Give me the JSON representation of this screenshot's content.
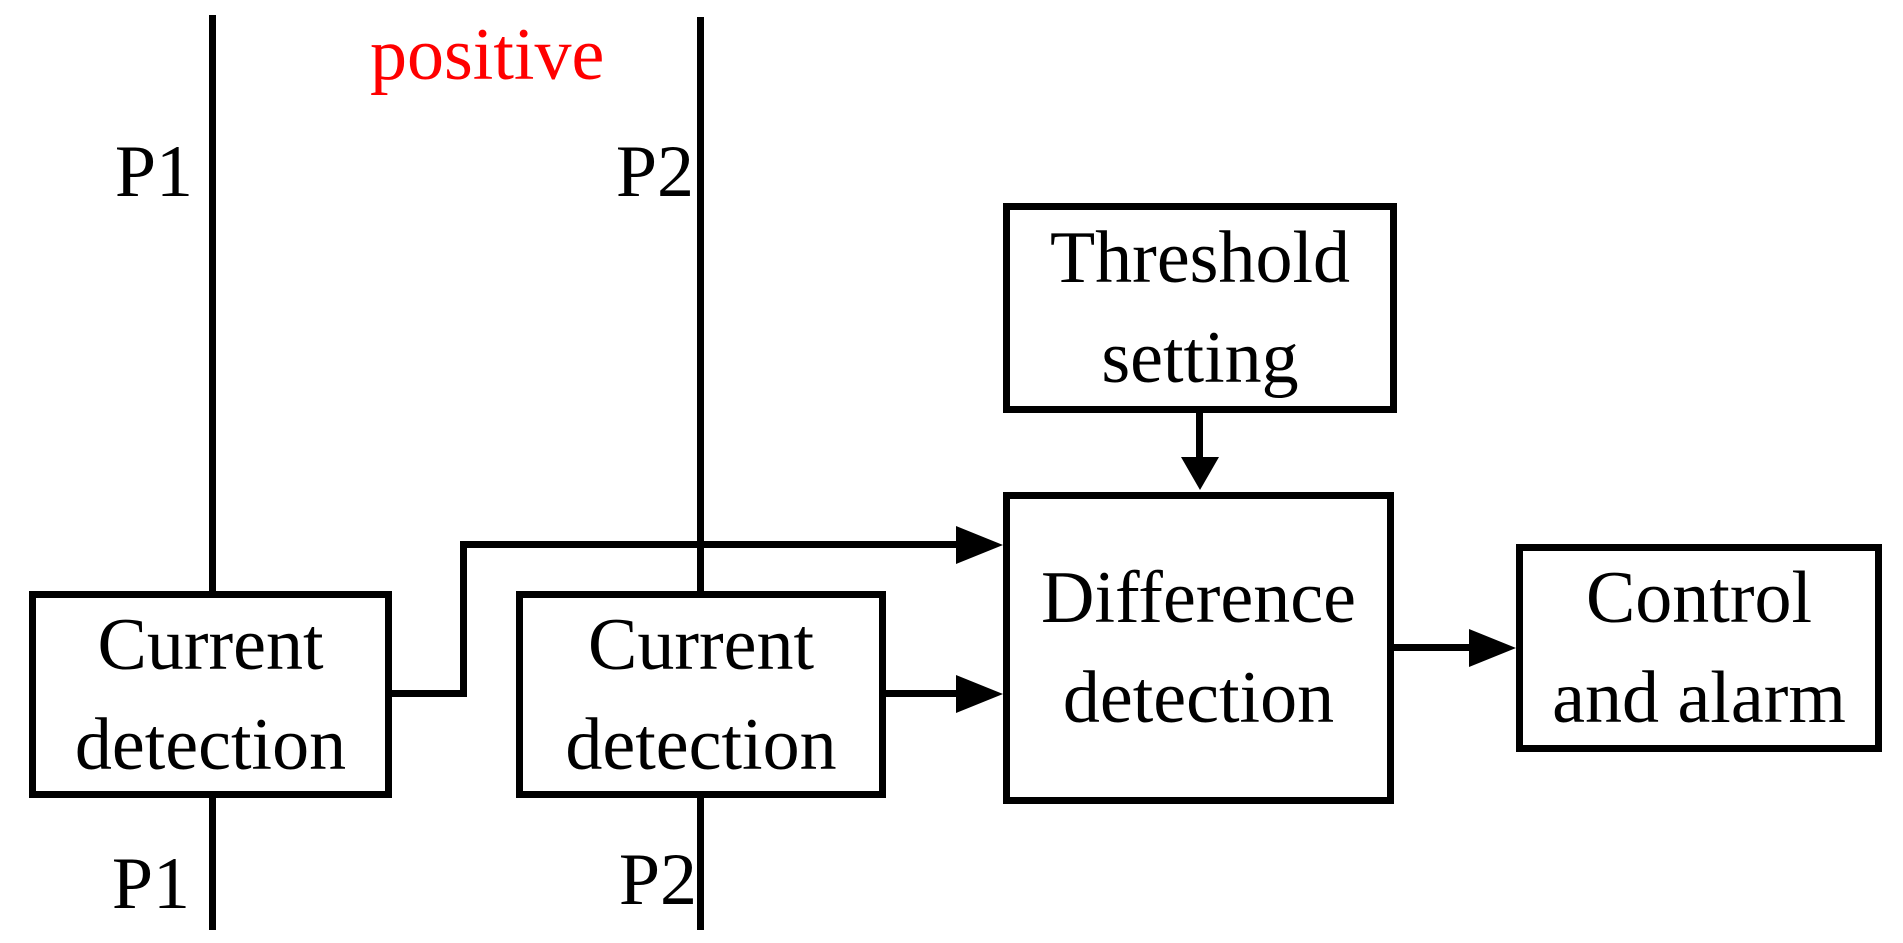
{
  "annotation": {
    "positive_label": "positive"
  },
  "power_lines": {
    "p1": {
      "top_label": "P1",
      "bottom_label": "P1"
    },
    "p2": {
      "top_label": "P2",
      "bottom_label": "P2"
    }
  },
  "blocks": {
    "current_detection_1": {
      "line1": "Current",
      "line2": "detection"
    },
    "current_detection_2": {
      "line1": "Current",
      "line2": "detection"
    },
    "threshold_setting": {
      "line1": "Threshold",
      "line2": "setting"
    },
    "difference_detection": {
      "line1": "Difference",
      "line2": "detection"
    },
    "control_and_alarm": {
      "line1": "Control",
      "line2": "and alarm"
    }
  },
  "connections": [
    {
      "from": "current_detection_1",
      "to": "difference_detection"
    },
    {
      "from": "current_detection_2",
      "to": "difference_detection"
    },
    {
      "from": "threshold_setting",
      "to": "difference_detection"
    },
    {
      "from": "difference_detection",
      "to": "control_and_alarm"
    }
  ],
  "colors": {
    "line": "#000000",
    "annotation": "#ff0000",
    "background": "#ffffff"
  }
}
